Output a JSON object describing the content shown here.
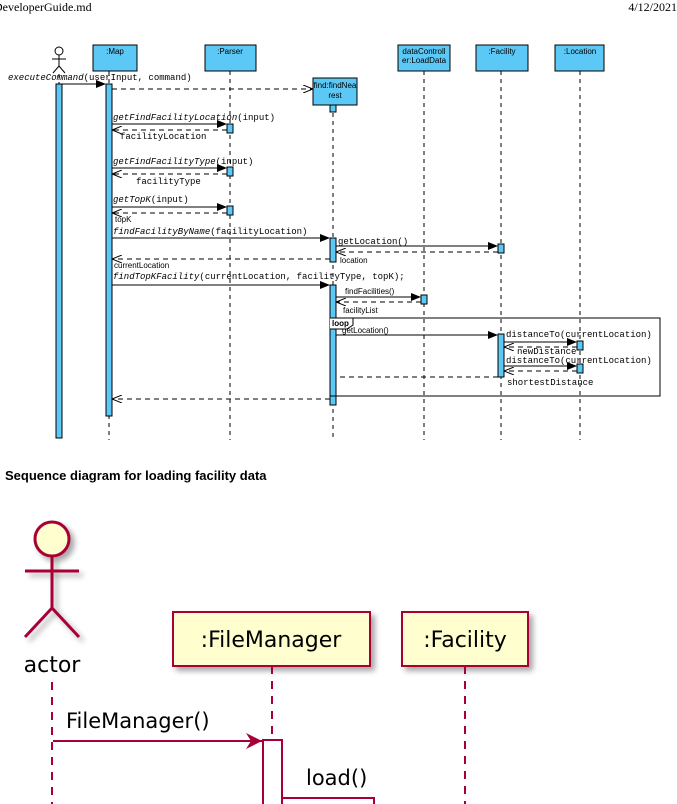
{
  "header": {
    "left": "DeveloperGuide.md",
    "right": "4/12/2021"
  },
  "diagram1": {
    "actor_name": "",
    "lifelines": {
      "map": ":Map",
      "parser": ":Parser",
      "find_line1": "find:findNea",
      "find_line2": "rest",
      "datacontroller_line1": "dataControll",
      "datacontroller_line2": "er:LoadData",
      "facility": ":Facility",
      "location": ":Location"
    },
    "messages": {
      "execute_italic": "executeCommand",
      "execute_args": "(userInput, command)",
      "getfindfacilitylocation_italic": "getFindFacilityLocation",
      "getfindfacilitylocation_args": "(input)",
      "return_facilitylocation": "facilityLocation",
      "getfindfacilitytype_italic": "getFindFacilityType",
      "getfindfacilitytype_args": "(input)",
      "return_facilitytype": "facilityType",
      "gettopk_italic": "getTopK",
      "gettopk_args": "(input)",
      "return_topk": "topK",
      "findfacilitybyname_italic": "findFacilityByName",
      "findfacilitybyname_args": "(facilityLocation)",
      "getlocation": "getLocation()",
      "return_location": "location",
      "return_currentlocation": "currentLocation",
      "findtopkfacility_italic": "findTopKFacility",
      "findtopkfacility_args": "(currentLocation, facilityType, topK);",
      "findfacilities": "findFacilities()",
      "return_facilitylist": "facilityList",
      "loop_label": "loop",
      "getlocation_loop": "getLocation()",
      "distanceto_1": "distanceTo(currentLocation)",
      "return_newdistance": "newDistance",
      "distanceto_2": "distanceTo(currentLocation)",
      "return_shortestdistance": "shortestDistance"
    }
  },
  "caption": "Sequence diagram for loading facility data",
  "diagram2": {
    "actor_label": "actor",
    "filemanager": ":FileManager",
    "facility": ":Facility",
    "msg_constructor": "FileManager()",
    "msg_load": "load()"
  },
  "colors": {
    "lifeline_box": "#5bc8f5",
    "activation": "#5bc8f5",
    "plantuml_box": "#fefece",
    "plantuml_border": "#a80036",
    "plantuml_arrow": "#a80036"
  }
}
